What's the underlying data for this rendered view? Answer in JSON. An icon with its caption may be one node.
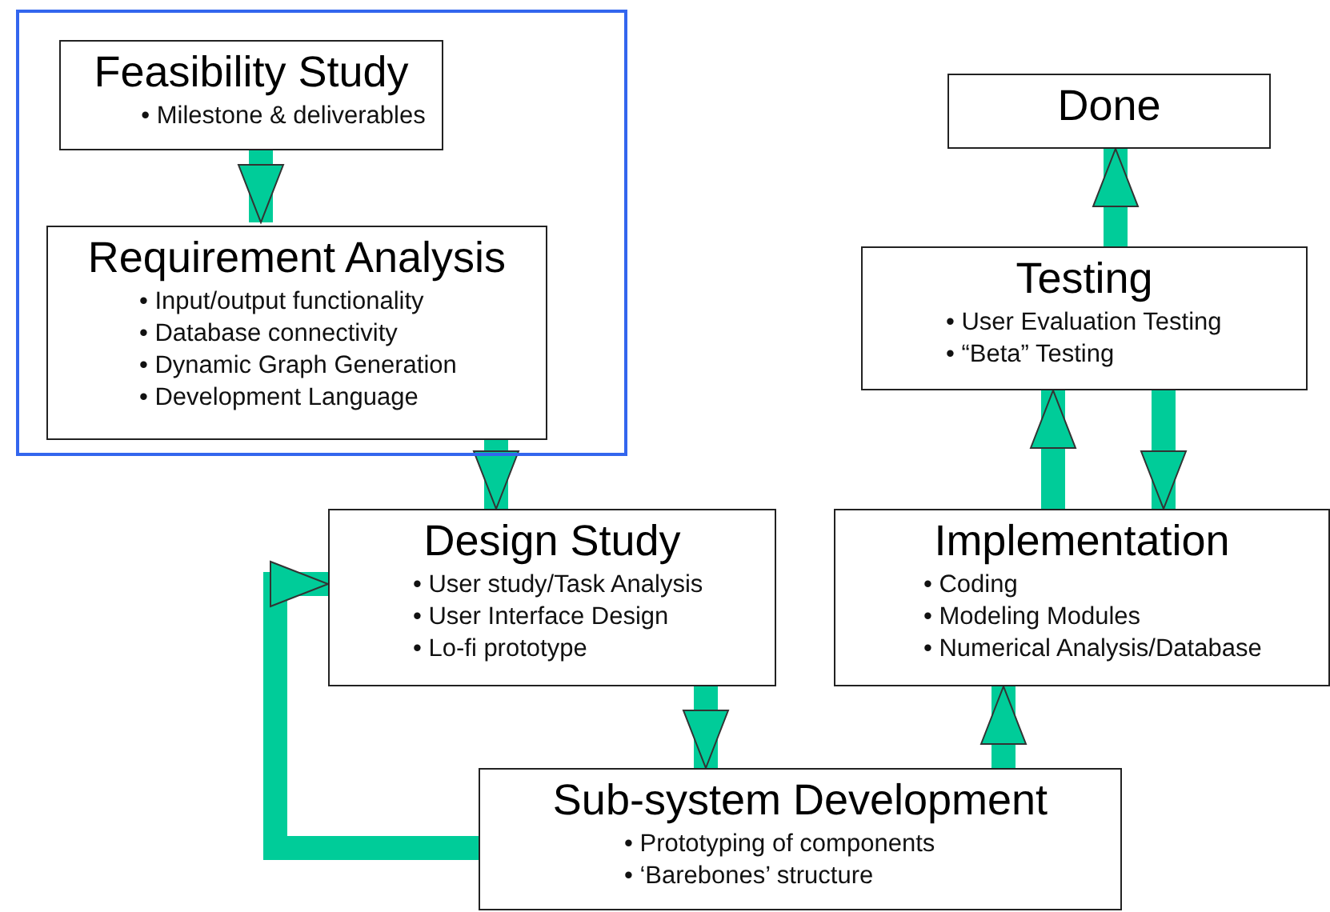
{
  "diagram": {
    "nodes": [
      {
        "text": [],
        "shape": "box"
      },
      {
        "text": [
          "Feasibility Study",
          "• Milestone & deliverables"
        ],
        "in": 0
      },
      {
        "text": [
          "Requirement Analysis",
          "• Input/output functionality",
          "• Database connectivity",
          "• Dynamic Graph Generation",
          "• Development Language"
        ],
        "in": 0
      },
      {
        "text": [
          "Design Study",
          "• User study/Task Analysis",
          "• User Interface Design",
          "• Lo-fi prototype"
        ]
      },
      {
        "text": [
          "Implementation",
          "• Coding",
          "• Modeling Modules",
          "• Numerical Analysis/Database"
        ]
      },
      {
        "text": [
          "Done"
        ]
      },
      {
        "text": [
          "Testing",
          "• User Evaluation Testing",
          "• “Beta” Testing"
        ]
      },
      {
        "text": [
          "Sub-system Development",
          "• Prototyping of components",
          "• ‘Barebones’ structure"
        ]
      }
    ],
    "edges": [
      {
        "from": 1,
        "to": 2,
        "arrow": "to"
      },
      {
        "from": 2,
        "to": 3,
        "arrow": "to"
      },
      {
        "from": 3,
        "to": 7,
        "arrow": "to"
      },
      {
        "from": 7,
        "to": 3,
        "arrow": "to"
      },
      {
        "from": 7,
        "to": 4,
        "arrow": "to"
      },
      {
        "from": 4,
        "to": 6,
        "arrow": "to"
      },
      {
        "from": 6,
        "to": 4,
        "arrow": "to"
      },
      {
        "from": 6,
        "to": 5,
        "arrow": "to"
      }
    ]
  }
}
